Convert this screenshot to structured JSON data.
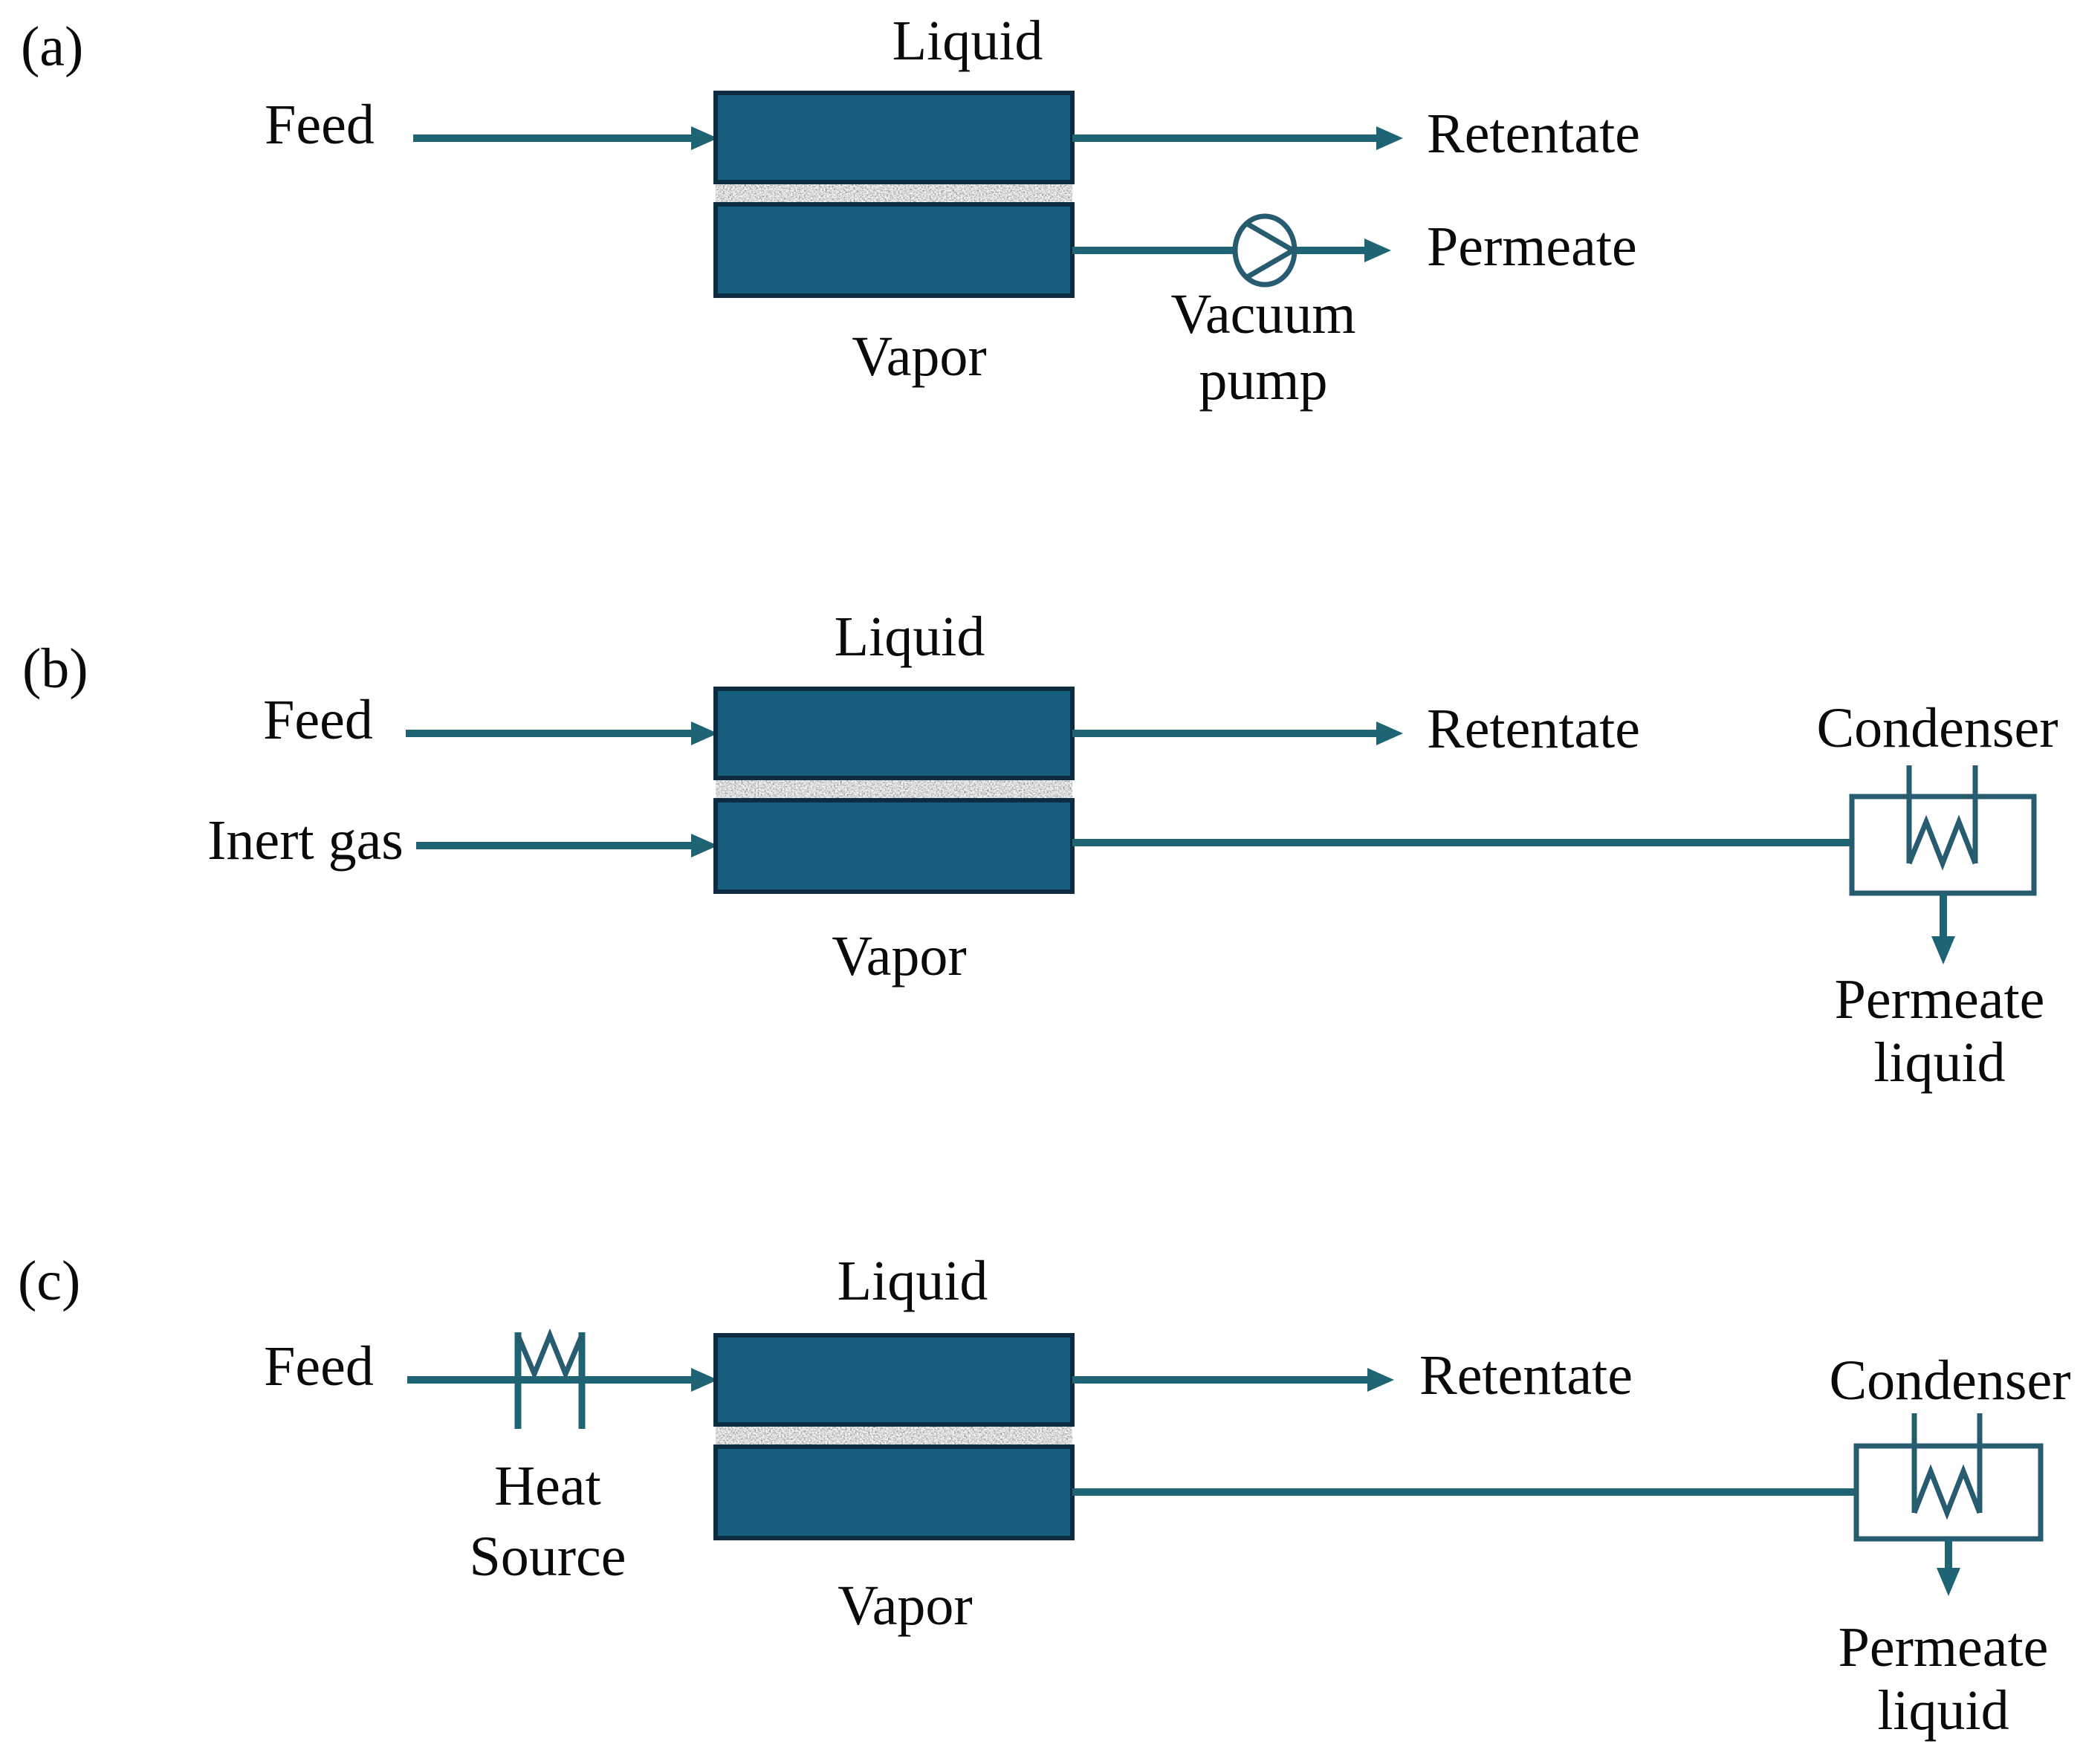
{
  "colors": {
    "background": "#ffffff",
    "block_fill": "#16607e",
    "block_border": "#0d2c41",
    "line": "#1e6474",
    "symbol": "#275b70",
    "text": "#0a0a0a"
  },
  "sections": [
    {
      "label": "(a)",
      "liquid": "Liquid",
      "vapor": "Vapor",
      "feed": "Feed",
      "retentate": "Retentate",
      "permeate": "Permeate",
      "pump_line1": "Vacuum",
      "pump_line2": "pump"
    },
    {
      "label": "(b)",
      "liquid": "Liquid",
      "vapor": "Vapor",
      "feed": "Feed",
      "inert_gas": "Inert gas",
      "retentate": "Retentate",
      "condenser": "Condenser",
      "permeate_line1": "Permeate",
      "permeate_line2": "liquid"
    },
    {
      "label": "(c)",
      "liquid": "Liquid",
      "vapor": "Vapor",
      "feed": "Feed",
      "heat_line1": "Heat",
      "heat_line2": "Source",
      "retentate": "Retentate",
      "condenser": "Condenser",
      "permeate_line1": "Permeate",
      "permeate_line2": "liquid"
    }
  ]
}
